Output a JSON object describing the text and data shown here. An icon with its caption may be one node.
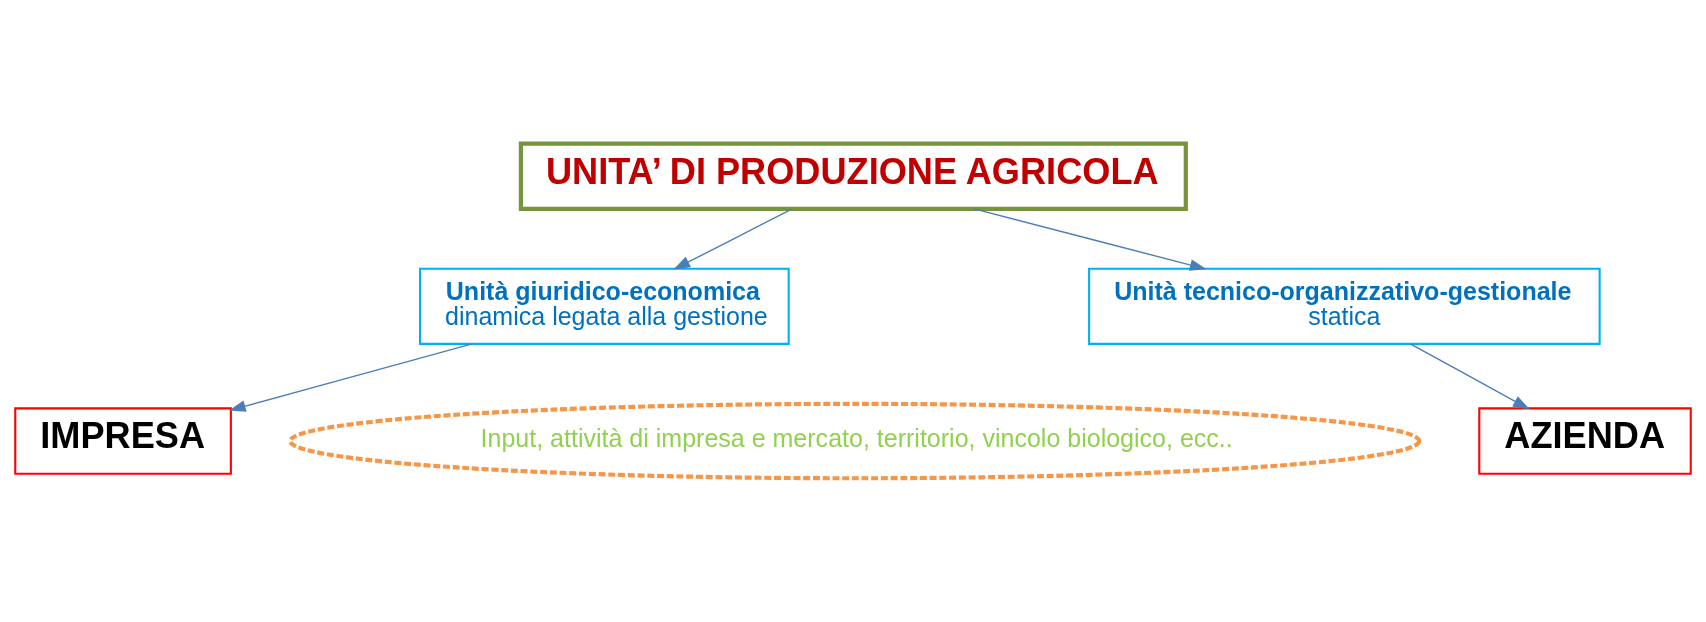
{
  "diagram": {
    "nodes": [
      {
        "text": [
          "UNITA’ DI PRODUZIONE AGRICOLA"
        ]
      },
      {
        "text": [
          "Unità giuridico-economica",
          "dinamica legata alla gestione"
        ]
      },
      {
        "text": [
          "Unità tecnico-organizzativo-gestionale",
          "statica"
        ]
      },
      {
        "text": [
          "IMPRESA"
        ]
      },
      {
        "text": [
          "AZIENDA"
        ]
      },
      {
        "text": [
          "Input, attività di impresa e mercato, territorio, vincolo biologico, ecc.."
        ]
      }
    ],
    "edges": [
      {
        "from": 0,
        "to": 1,
        "arrow": "to"
      },
      {
        "from": 0,
        "to": 2,
        "arrow": "to"
      },
      {
        "from": 1,
        "to": 3,
        "arrow": "to"
      },
      {
        "from": 2,
        "to": 4,
        "arrow": "to"
      }
    ]
  }
}
